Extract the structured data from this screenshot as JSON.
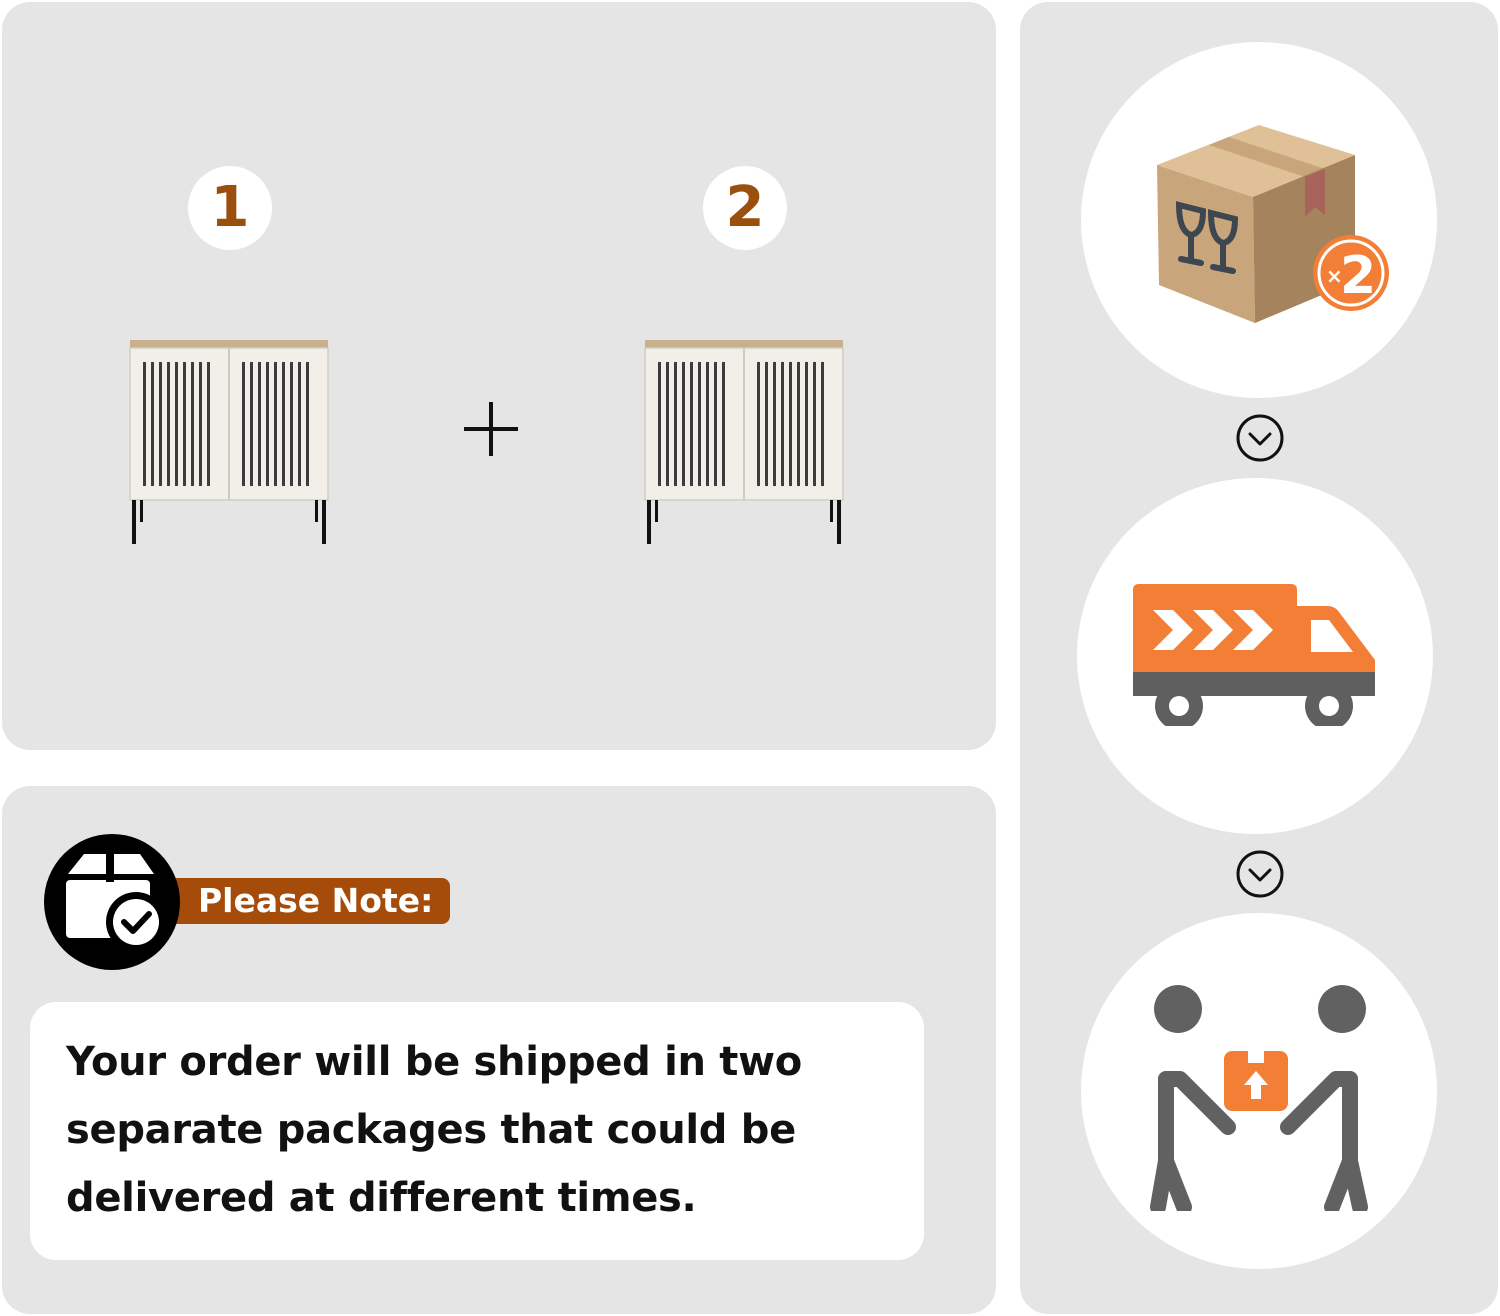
{
  "products": {
    "badges": [
      "1",
      "2"
    ],
    "items": [
      {
        "icon": "cabinet-icon"
      },
      {
        "icon": "cabinet-icon"
      }
    ],
    "plus_icon": "plus-icon"
  },
  "note": {
    "title": "Please Note:",
    "message_lines": [
      "Your order will be shipped in two",
      "separate packages that could be",
      "delivered at different times."
    ],
    "icon": "package-check-icon"
  },
  "steps": {
    "items": [
      {
        "icon": "package-box-icon",
        "badge": "2",
        "badge_prefix": "×"
      },
      {
        "icon": "delivery-truck-icon"
      },
      {
        "icon": "handover-people-icon"
      }
    ],
    "connector_icon": "chevron-down-icon"
  },
  "colors": {
    "panel_bg": "#e5e5e5",
    "accent_brown": "#9b4f0c",
    "tag_brown": "#a54c0b",
    "orange": "#f37e35",
    "gray": "#606060",
    "box_tan": "#c9a57b"
  }
}
